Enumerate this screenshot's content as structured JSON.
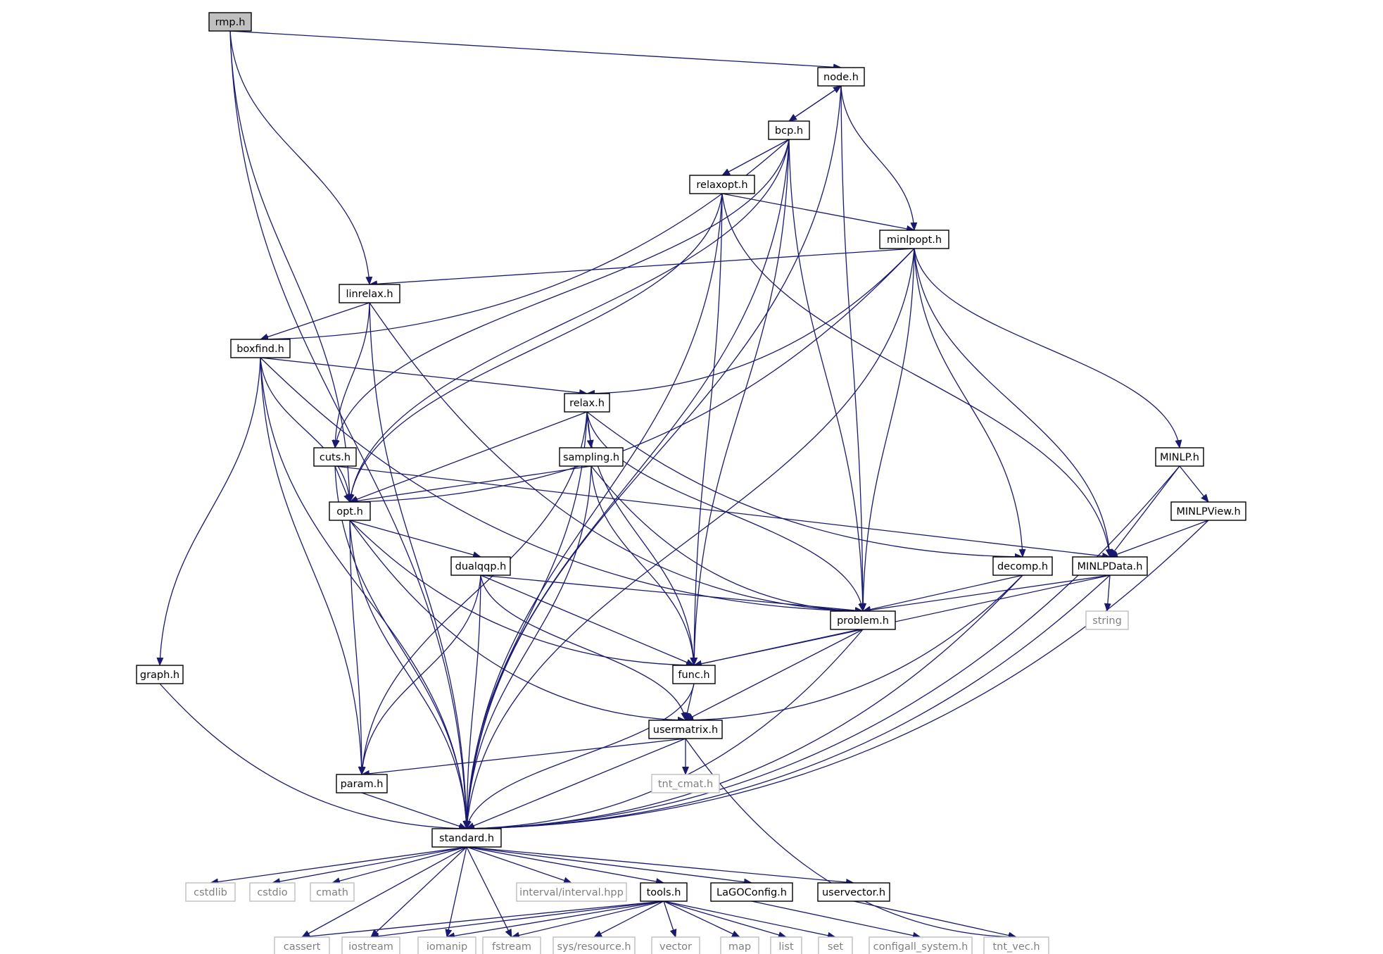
{
  "graph": {
    "nodes": [
      {
        "id": "rmp",
        "label": "rmp.h",
        "kind": "root"
      },
      {
        "id": "node",
        "label": "node.h",
        "kind": "file"
      },
      {
        "id": "bcp",
        "label": "bcp.h",
        "kind": "file"
      },
      {
        "id": "relaxopt",
        "label": "relaxopt.h",
        "kind": "file"
      },
      {
        "id": "minlpopt",
        "label": "minlpopt.h",
        "kind": "file"
      },
      {
        "id": "linrelax",
        "label": "linrelax.h",
        "kind": "file"
      },
      {
        "id": "boxfind",
        "label": "boxfind.h",
        "kind": "file"
      },
      {
        "id": "relax",
        "label": "relax.h",
        "kind": "file"
      },
      {
        "id": "cuts",
        "label": "cuts.h",
        "kind": "file"
      },
      {
        "id": "sampling",
        "label": "sampling.h",
        "kind": "file"
      },
      {
        "id": "opt",
        "label": "opt.h",
        "kind": "file"
      },
      {
        "id": "MINLP",
        "label": "MINLP.h",
        "kind": "file"
      },
      {
        "id": "MINLPView",
        "label": "MINLPView.h",
        "kind": "file"
      },
      {
        "id": "dualqqp",
        "label": "dualqqp.h",
        "kind": "file"
      },
      {
        "id": "decomp",
        "label": "decomp.h",
        "kind": "file"
      },
      {
        "id": "MINLPData",
        "label": "MINLPData.h",
        "kind": "file"
      },
      {
        "id": "string",
        "label": "string",
        "kind": "ext"
      },
      {
        "id": "problem",
        "label": "problem.h",
        "kind": "file"
      },
      {
        "id": "graph",
        "label": "graph.h",
        "kind": "file"
      },
      {
        "id": "func",
        "label": "func.h",
        "kind": "file"
      },
      {
        "id": "usermatrix",
        "label": "usermatrix.h",
        "kind": "file"
      },
      {
        "id": "param",
        "label": "param.h",
        "kind": "file"
      },
      {
        "id": "tnt_cmat",
        "label": "tnt_cmat.h",
        "kind": "ext"
      },
      {
        "id": "standard",
        "label": "standard.h",
        "kind": "file"
      },
      {
        "id": "cstdlib",
        "label": "cstdlib",
        "kind": "ext"
      },
      {
        "id": "cstdio",
        "label": "cstdio",
        "kind": "ext"
      },
      {
        "id": "cmath",
        "label": "cmath",
        "kind": "ext"
      },
      {
        "id": "interval",
        "label": "interval/interval.hpp",
        "kind": "ext"
      },
      {
        "id": "tools",
        "label": "tools.h",
        "kind": "file"
      },
      {
        "id": "LaGOConfig",
        "label": "LaGOConfig.h",
        "kind": "file"
      },
      {
        "id": "uservector",
        "label": "uservector.h",
        "kind": "file"
      },
      {
        "id": "cassert",
        "label": "cassert",
        "kind": "ext"
      },
      {
        "id": "iostream",
        "label": "iostream",
        "kind": "ext"
      },
      {
        "id": "iomanip",
        "label": "iomanip",
        "kind": "ext"
      },
      {
        "id": "fstream",
        "label": "fstream",
        "kind": "ext"
      },
      {
        "id": "sysresource",
        "label": "sys/resource.h",
        "kind": "ext"
      },
      {
        "id": "vector",
        "label": "vector",
        "kind": "ext"
      },
      {
        "id": "map",
        "label": "map",
        "kind": "ext"
      },
      {
        "id": "list",
        "label": "list",
        "kind": "ext"
      },
      {
        "id": "set",
        "label": "set",
        "kind": "ext"
      },
      {
        "id": "configall",
        "label": "configall_system.h",
        "kind": "ext"
      },
      {
        "id": "tnt_vec",
        "label": "tnt_vec.h",
        "kind": "ext"
      }
    ],
    "edges": [
      [
        "rmp",
        "node"
      ],
      [
        "rmp",
        "linrelax"
      ],
      [
        "rmp",
        "opt"
      ],
      [
        "rmp",
        "standard"
      ],
      [
        "node",
        "bcp"
      ],
      [
        "node",
        "minlpopt"
      ],
      [
        "node",
        "problem"
      ],
      [
        "node",
        "standard"
      ],
      [
        "bcp",
        "node"
      ],
      [
        "bcp",
        "relaxopt"
      ],
      [
        "bcp",
        "boxfind"
      ],
      [
        "bcp",
        "cuts"
      ],
      [
        "bcp",
        "opt"
      ],
      [
        "bcp",
        "func"
      ],
      [
        "bcp",
        "problem"
      ],
      [
        "bcp",
        "standard"
      ],
      [
        "relaxopt",
        "minlpopt"
      ],
      [
        "relaxopt",
        "opt"
      ],
      [
        "relaxopt",
        "func"
      ],
      [
        "relaxopt",
        "MINLPData"
      ],
      [
        "relaxopt",
        "standard"
      ],
      [
        "minlpopt",
        "linrelax"
      ],
      [
        "minlpopt",
        "relax"
      ],
      [
        "minlpopt",
        "opt"
      ],
      [
        "minlpopt",
        "problem"
      ],
      [
        "minlpopt",
        "decomp"
      ],
      [
        "minlpopt",
        "MINLPData"
      ],
      [
        "minlpopt",
        "MINLP"
      ],
      [
        "minlpopt",
        "standard"
      ],
      [
        "linrelax",
        "boxfind"
      ],
      [
        "linrelax",
        "cuts"
      ],
      [
        "linrelax",
        "problem"
      ],
      [
        "linrelax",
        "standard"
      ],
      [
        "boxfind",
        "relax"
      ],
      [
        "boxfind",
        "opt"
      ],
      [
        "boxfind",
        "problem"
      ],
      [
        "boxfind",
        "graph"
      ],
      [
        "boxfind",
        "param"
      ],
      [
        "boxfind",
        "standard"
      ],
      [
        "relax",
        "sampling"
      ],
      [
        "relax",
        "opt"
      ],
      [
        "relax",
        "func"
      ],
      [
        "relax",
        "problem"
      ],
      [
        "relax",
        "decomp"
      ],
      [
        "relax",
        "param"
      ],
      [
        "relax",
        "standard"
      ],
      [
        "cuts",
        "opt"
      ],
      [
        "cuts",
        "MINLPData"
      ],
      [
        "cuts",
        "standard"
      ],
      [
        "sampling",
        "opt"
      ],
      [
        "sampling",
        "func"
      ],
      [
        "sampling",
        "problem"
      ],
      [
        "sampling",
        "standard"
      ],
      [
        "opt",
        "dualqqp"
      ],
      [
        "opt",
        "func"
      ],
      [
        "opt",
        "usermatrix"
      ],
      [
        "opt",
        "param"
      ],
      [
        "opt",
        "standard"
      ],
      [
        "MINLP",
        "MINLPView"
      ],
      [
        "MINLP",
        "MINLPData"
      ],
      [
        "MINLP",
        "standard"
      ],
      [
        "MINLPView",
        "MINLPData"
      ],
      [
        "MINLPView",
        "standard"
      ],
      [
        "dualqqp",
        "problem"
      ],
      [
        "dualqqp",
        "func"
      ],
      [
        "dualqqp",
        "usermatrix"
      ],
      [
        "dualqqp",
        "param"
      ],
      [
        "dualqqp",
        "standard"
      ],
      [
        "decomp",
        "problem"
      ],
      [
        "decomp",
        "usermatrix"
      ],
      [
        "decomp",
        "standard"
      ],
      [
        "MINLPData",
        "problem"
      ],
      [
        "MINLPData",
        "func"
      ],
      [
        "MINLPData",
        "string"
      ],
      [
        "MINLPData",
        "standard"
      ],
      [
        "problem",
        "func"
      ],
      [
        "problem",
        "usermatrix"
      ],
      [
        "problem",
        "standard"
      ],
      [
        "graph",
        "standard"
      ],
      [
        "func",
        "usermatrix"
      ],
      [
        "func",
        "standard"
      ],
      [
        "usermatrix",
        "param"
      ],
      [
        "usermatrix",
        "tnt_cmat"
      ],
      [
        "usermatrix",
        "tnt_vec"
      ],
      [
        "usermatrix",
        "standard"
      ],
      [
        "param",
        "standard"
      ],
      [
        "standard",
        "cstdlib"
      ],
      [
        "standard",
        "cstdio"
      ],
      [
        "standard",
        "cmath"
      ],
      [
        "standard",
        "interval"
      ],
      [
        "standard",
        "tools"
      ],
      [
        "standard",
        "LaGOConfig"
      ],
      [
        "standard",
        "uservector"
      ],
      [
        "standard",
        "cassert"
      ],
      [
        "standard",
        "iostream"
      ],
      [
        "standard",
        "iomanip"
      ],
      [
        "standard",
        "fstream"
      ],
      [
        "tools",
        "cassert"
      ],
      [
        "tools",
        "iostream"
      ],
      [
        "tools",
        "iomanip"
      ],
      [
        "tools",
        "fstream"
      ],
      [
        "tools",
        "sysresource"
      ],
      [
        "tools",
        "vector"
      ],
      [
        "tools",
        "map"
      ],
      [
        "tools",
        "list"
      ],
      [
        "tools",
        "set"
      ],
      [
        "LaGOConfig",
        "configall"
      ],
      [
        "uservector",
        "tnt_vec"
      ]
    ]
  }
}
